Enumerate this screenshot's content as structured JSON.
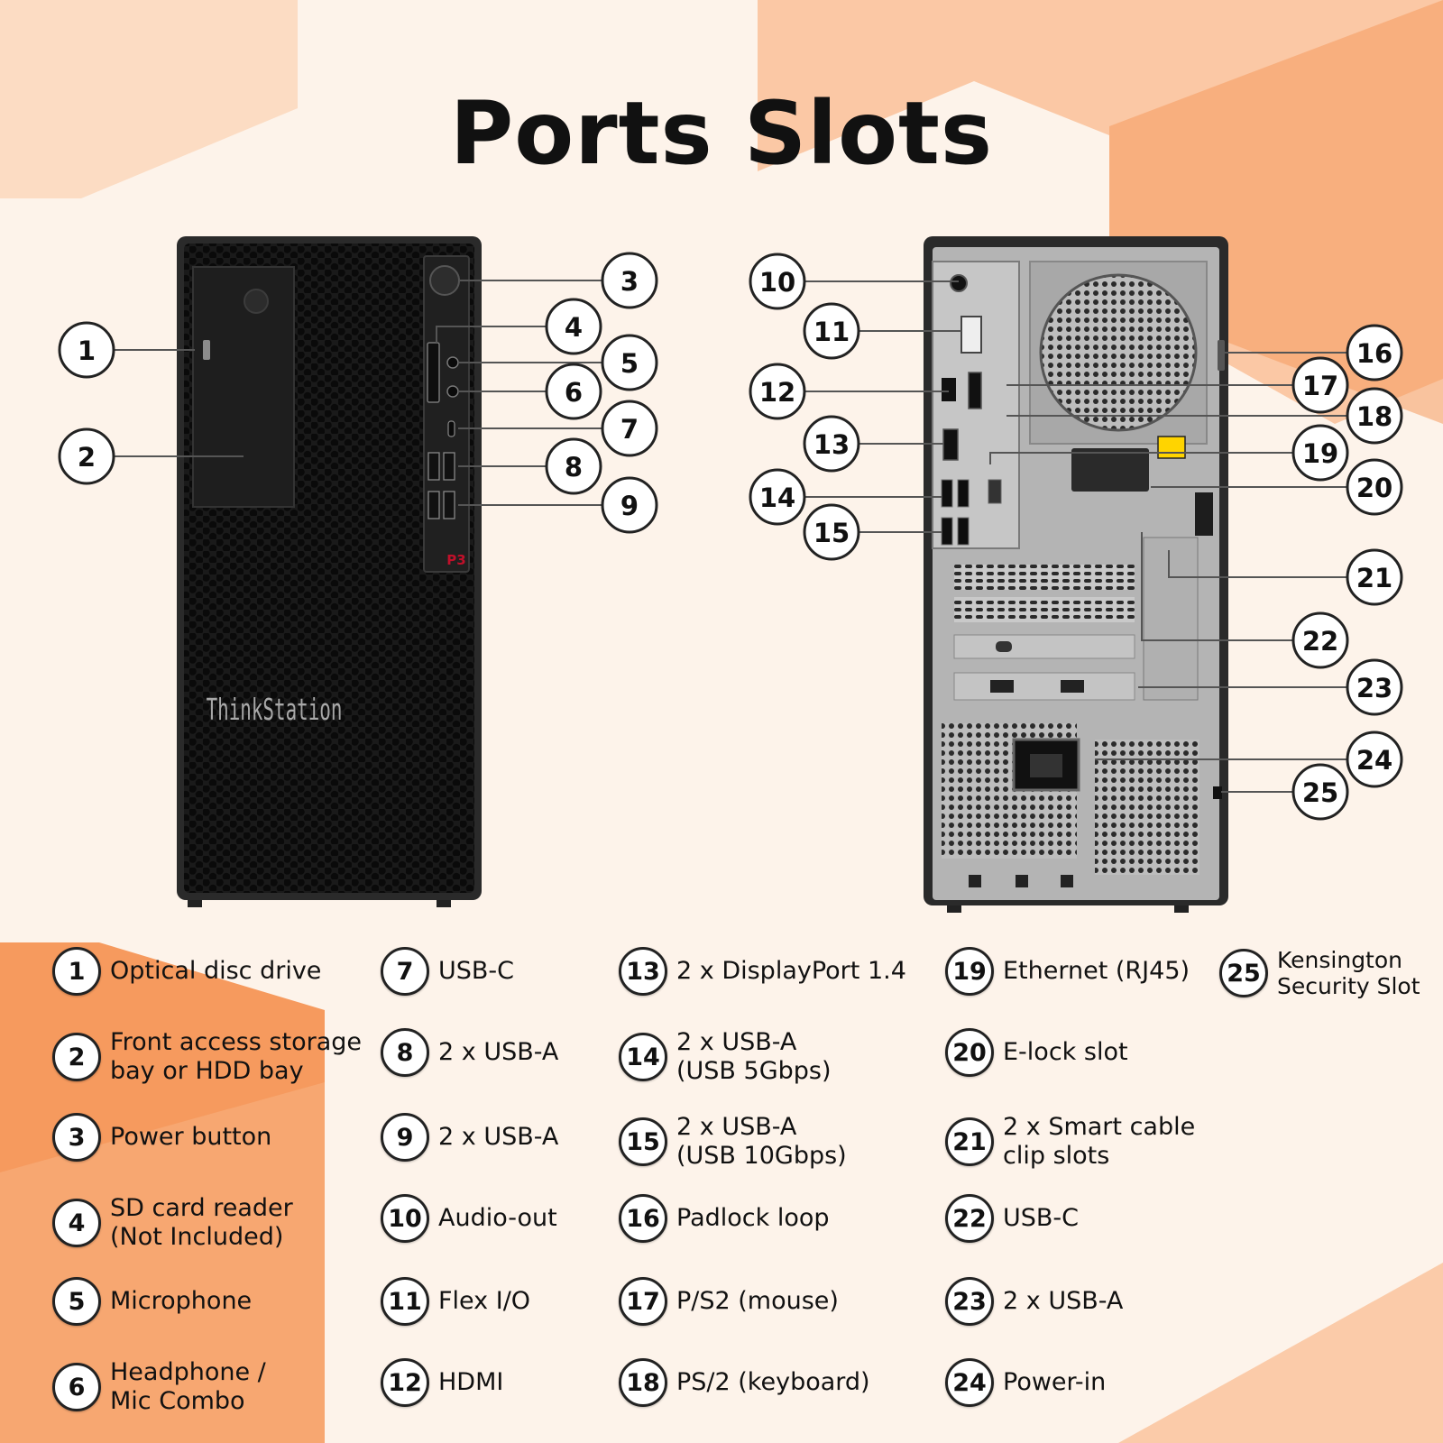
{
  "title": "Ports Slots",
  "front_brand": "ThinkStation",
  "front_badge": "P3",
  "callouts": [
    "1",
    "2",
    "3",
    "4",
    "5",
    "6",
    "7",
    "8",
    "9",
    "10",
    "11",
    "12",
    "13",
    "14",
    "15",
    "16",
    "17",
    "18",
    "19",
    "20",
    "21",
    "22",
    "23",
    "24",
    "25"
  ],
  "legend": [
    {
      "num": "1",
      "text": "Optical disc drive"
    },
    {
      "num": "2",
      "text": "Front access storage\n bay or HDD bay"
    },
    {
      "num": "3",
      "text": "Power button"
    },
    {
      "num": "4",
      "text": "SD card reader\n(Not Included)"
    },
    {
      "num": "5",
      "text": "Microphone"
    },
    {
      "num": "6",
      "text": "Headphone /\n Mic Combo"
    },
    {
      "num": "7",
      "text": "USB-C"
    },
    {
      "num": "8",
      "text": "2 x USB-A"
    },
    {
      "num": "9",
      "text": "2 x USB-A"
    },
    {
      "num": "10",
      "text": "Audio-out"
    },
    {
      "num": "11",
      "text": "Flex I/O"
    },
    {
      "num": "12",
      "text": "HDMI"
    },
    {
      "num": "13",
      "text": "2 x DisplayPort 1.4"
    },
    {
      "num": "14",
      "text": "2 x USB-A\n(USB 5Gbps)"
    },
    {
      "num": "15",
      "text": "2 x USB-A\n(USB 10Gbps)"
    },
    {
      "num": "16",
      "text": "Padlock loop"
    },
    {
      "num": "17",
      "text": "P/S2 (mouse)"
    },
    {
      "num": "18",
      "text": "PS/2 (keyboard)"
    },
    {
      "num": "19",
      "text": "Ethernet (RJ45)"
    },
    {
      "num": "20",
      "text": "E-lock slot"
    },
    {
      "num": "21",
      "text": "2 x Smart cable\n clip slots"
    },
    {
      "num": "22",
      "text": "USB-C"
    },
    {
      "num": "23",
      "text": "2 x USB-A"
    },
    {
      "num": "24",
      "text": "Power-in"
    },
    {
      "num": "25",
      "text": "Kensington\nSecurity Slot"
    }
  ],
  "colors": {
    "accent": "#f47a2c",
    "accent_light": "#fbc7a0",
    "background": "#fdf3ea",
    "case": "#1c1c1c",
    "panel": "#b9b9b9"
  }
}
